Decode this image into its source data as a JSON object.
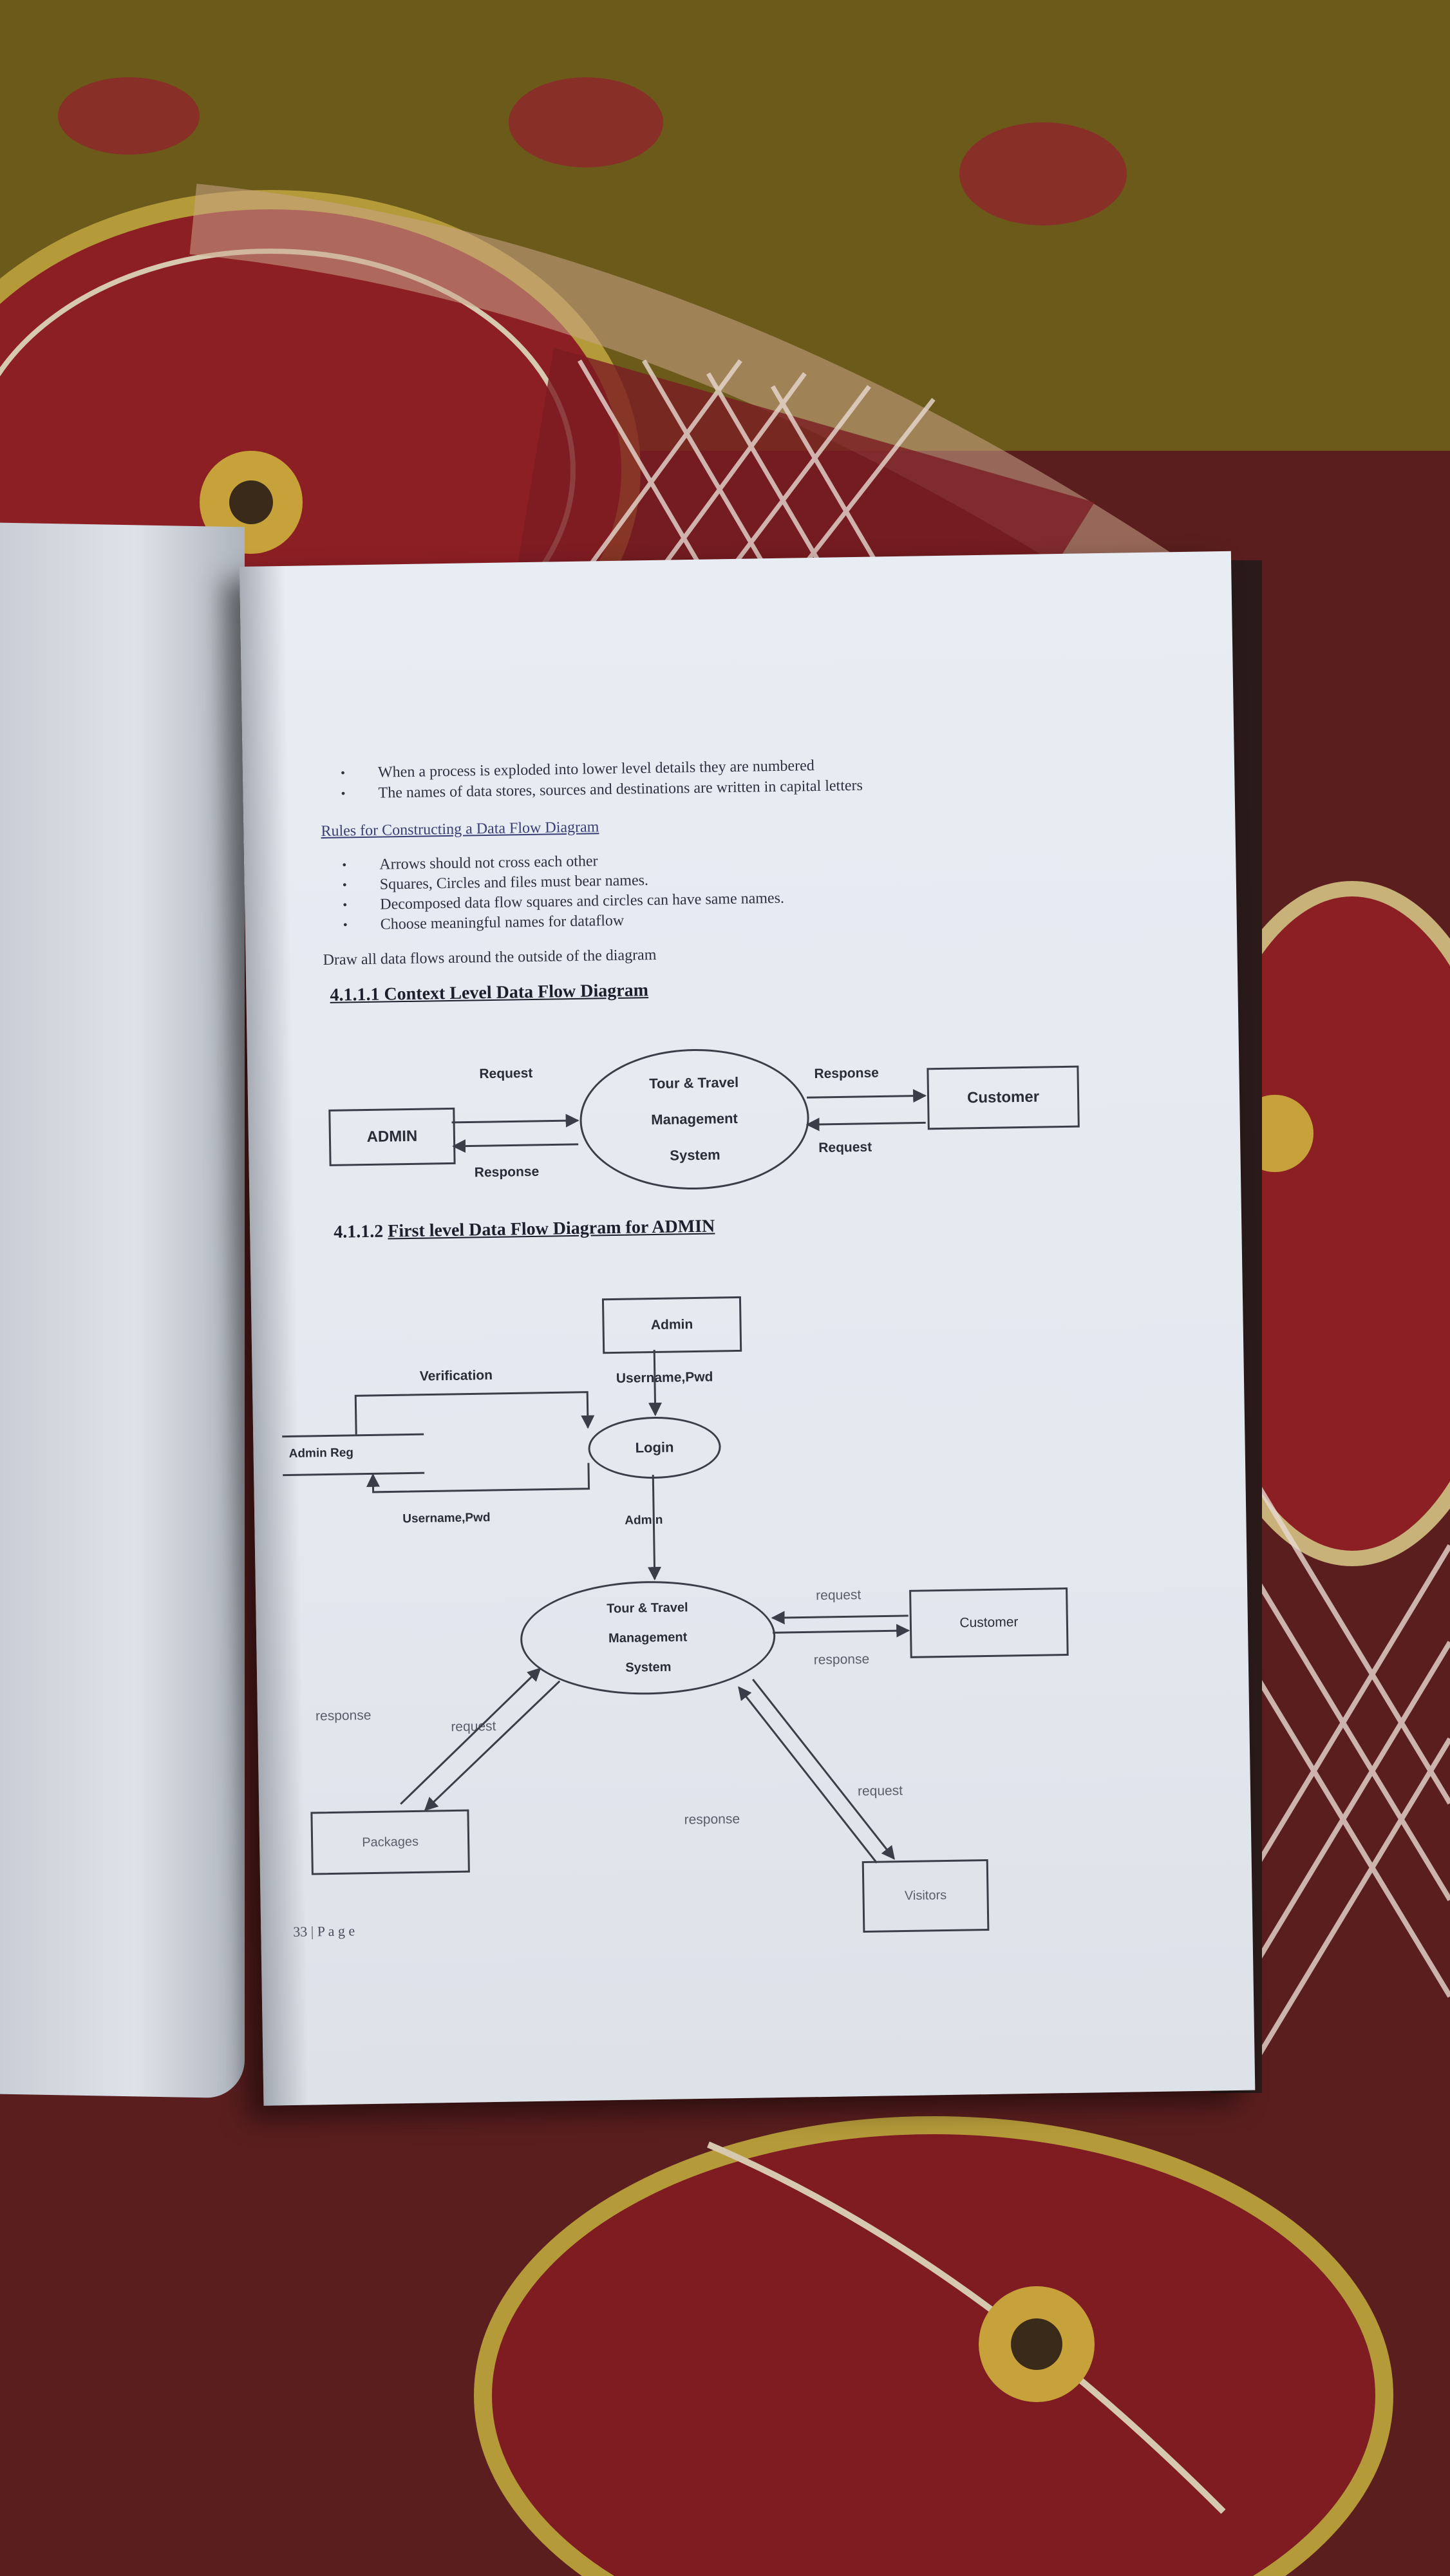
{
  "bullets_top": [
    "When a process is exploded into lower level details they are numbered",
    "The names of data stores, sources and destinations are written in capital letters"
  ],
  "rules_heading": "Rules for Constructing a Data Flow Diagram",
  "rules": [
    "Arrows should not cross each other",
    "Squares, Circles and files must bear names.",
    "Decomposed data flow squares and circles can have same names.",
    "Choose meaningful names for dataflow"
  ],
  "draw_note": "Draw all data flows around the outside of the diagram",
  "context_dfd": {
    "heading": "4.1.1.1 Context Level Data Flow Diagram",
    "admin": "ADMIN",
    "customer": "Customer",
    "process_lines": [
      "Tour & Travel",
      "Management",
      "System"
    ],
    "admin_request": "Request",
    "admin_response": "Response",
    "customer_response": "Response",
    "customer_request": "Request"
  },
  "first_level_dfd": {
    "heading_number": "4.1.1.2",
    "heading_text": "First level Data Flow Diagram for ADMIN",
    "admin": "Admin",
    "username_pwd_top": "Username,Pwd",
    "verification": "Verification",
    "login": "Login",
    "admin_reg": "Admin Reg",
    "username_pwd_bottom": "Username,Pwd",
    "admin_flow": "Admin",
    "process_lines": [
      "Tour & Travel",
      "Management",
      "System"
    ],
    "customer": "Customer",
    "customer_request": "request",
    "customer_response": "response",
    "packages": "Packages",
    "packages_response": "response",
    "packages_request": "request",
    "visitors": "Visitors",
    "visitors_request": "request",
    "visitors_response": "response"
  },
  "footer": "33 | P a g e"
}
